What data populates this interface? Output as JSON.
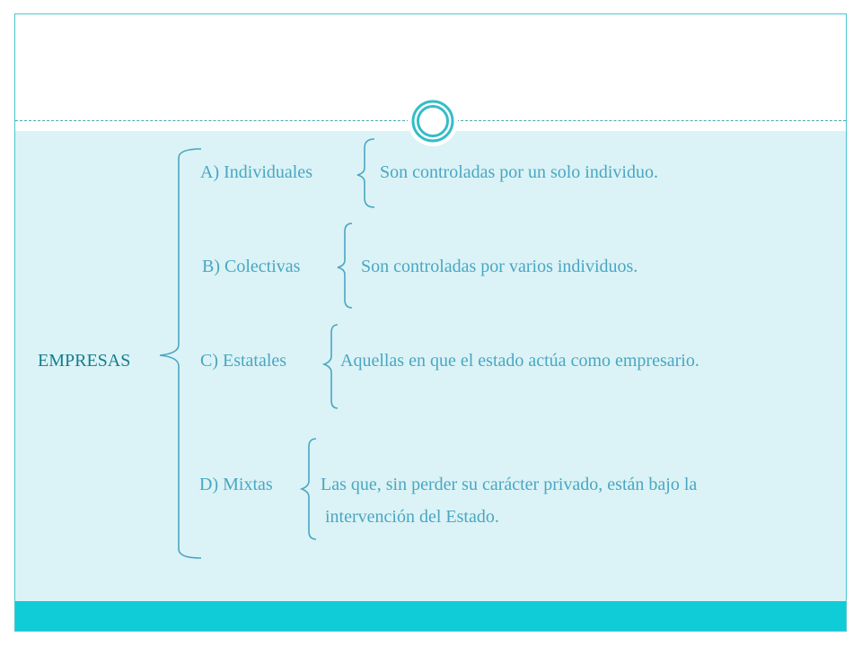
{
  "colors": {
    "content_background": "#dbf3f6",
    "accent_bar": "#10ccd7",
    "frame_border": "#49c6cf",
    "category_text": "#4aa6c3",
    "root_text": "#157c8e",
    "bracket_stroke": "#4aa6c3"
  },
  "diagram": {
    "root": "EMPRESAS",
    "items": [
      {
        "label": "A) Individuales",
        "desc": [
          "Son controladas por un solo individuo."
        ]
      },
      {
        "label": "B) Colectivas",
        "desc": [
          "Son controladas por varios individuos."
        ]
      },
      {
        "label": "C) Estatales",
        "desc": [
          "Aquellas en que el estado actúa como empresario."
        ]
      },
      {
        "label": "D) Mixtas",
        "desc": [
          "Las que, sin perder su carácter privado, están bajo la",
          "intervención del Estado."
        ]
      }
    ]
  },
  "decor": {
    "badge_icon": "ring-circle-icon"
  }
}
